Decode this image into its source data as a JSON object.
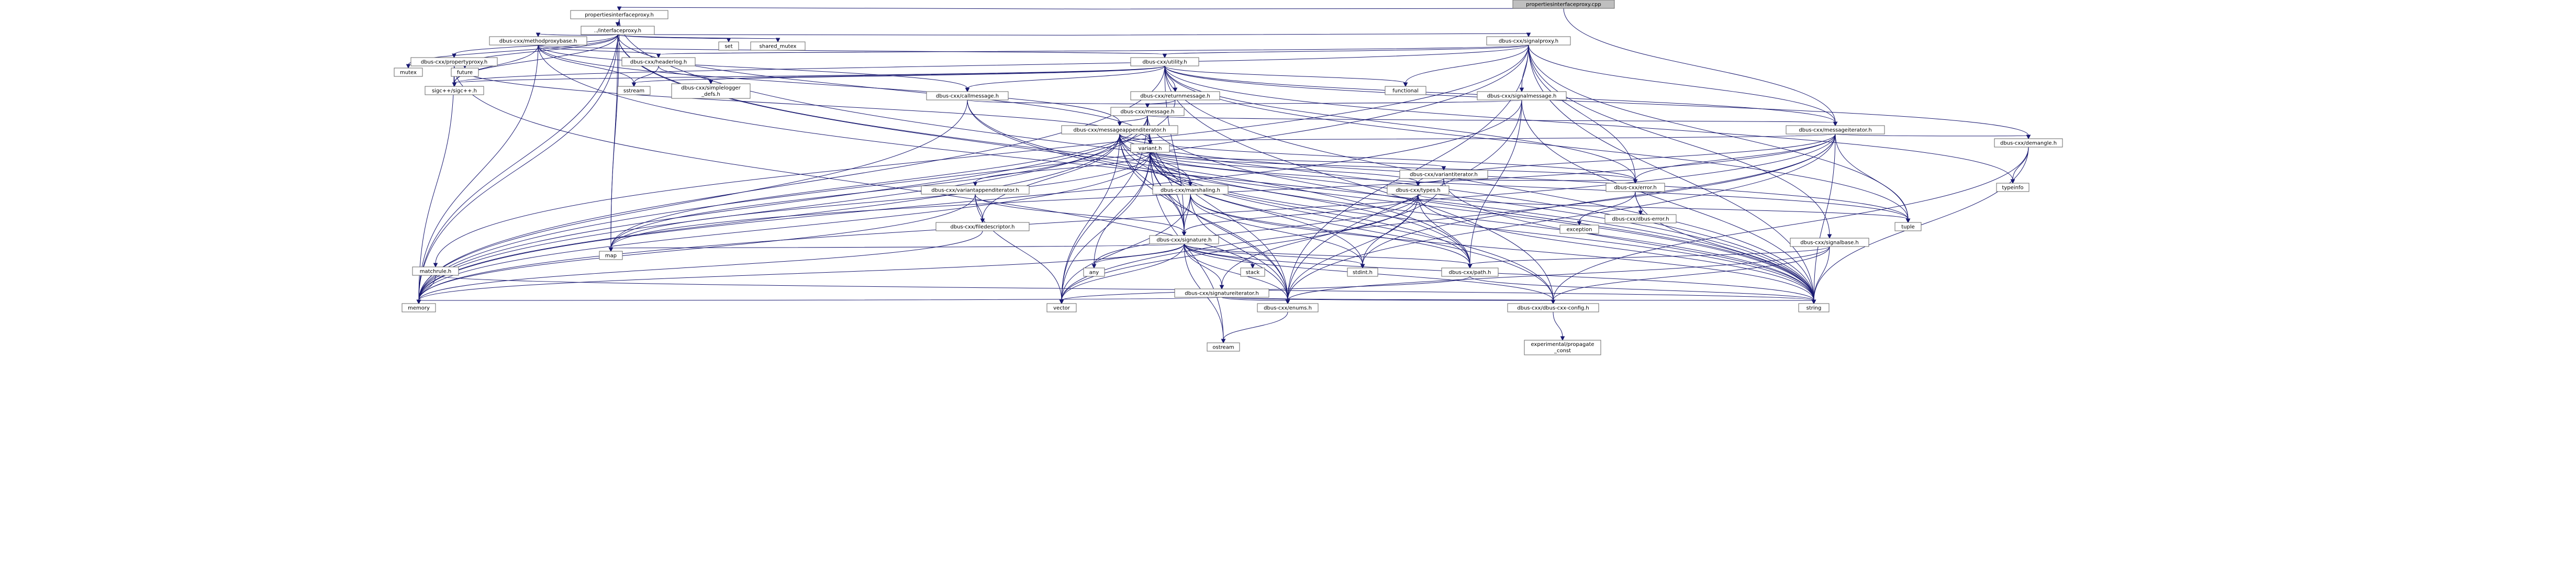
{
  "diagram": {
    "title": "propertiesinterfaceproxy.cpp",
    "colors": {
      "root_fill": "#bfbfbf",
      "node_fill": "#ffffff",
      "node_border": "#666666",
      "external_border": "#bfbfbf",
      "external_text": "#666666",
      "truncated_border": "#ff0000",
      "edge": "#191970"
    },
    "nodes": [
      {
        "id": "root",
        "label": "propertiesinterfaceproxy.cpp",
        "kind": "root"
      },
      {
        "id": "pip_h",
        "label": "propertiesinterfaceproxy.h",
        "kind": "file"
      },
      {
        "id": "interfaceproxy",
        "label": "../interfaceproxy.h",
        "kind": "file"
      },
      {
        "id": "methodproxybase",
        "label": "dbus-cxx/methodproxybase.h",
        "kind": "file"
      },
      {
        "id": "signalproxy",
        "label": "dbus-cxx/signalproxy.h",
        "kind": "file"
      },
      {
        "id": "set",
        "label": "set",
        "kind": "external"
      },
      {
        "id": "shared_mutex",
        "label": "shared_mutex",
        "kind": "external"
      },
      {
        "id": "propertyproxy",
        "label": "dbus-cxx/propertyproxy.h",
        "kind": "file"
      },
      {
        "id": "mutex",
        "label": "mutex",
        "kind": "external"
      },
      {
        "id": "future",
        "label": "future",
        "kind": "external"
      },
      {
        "id": "headerlog",
        "label": "dbus-cxx/headerlog.h",
        "kind": "file"
      },
      {
        "id": "utility",
        "label": "dbus-cxx/utility.h",
        "kind": "truncated"
      },
      {
        "id": "sigc",
        "label": "sigc++/sigc++.h",
        "kind": "external"
      },
      {
        "id": "sstream",
        "label": "sstream",
        "kind": "external"
      },
      {
        "id": "simplelogger",
        "label": "dbus-cxx/simplelogger\n_defs.h",
        "kind": "file"
      },
      {
        "id": "callmessage",
        "label": "dbus-cxx/callmessage.h",
        "kind": "file"
      },
      {
        "id": "returnmessage",
        "label": "dbus-cxx/returnmessage.h",
        "kind": "file"
      },
      {
        "id": "functional",
        "label": "functional",
        "kind": "external"
      },
      {
        "id": "signalmessage",
        "label": "dbus-cxx/signalmessage.h",
        "kind": "file"
      },
      {
        "id": "message",
        "label": "dbus-cxx/message.h",
        "kind": "file"
      },
      {
        "id": "msgappenditer",
        "label": "dbus-cxx/messageappenditerator.h",
        "kind": "truncated"
      },
      {
        "id": "msgiter",
        "label": "dbus-cxx/messageiterator.h",
        "kind": "truncated"
      },
      {
        "id": "variant",
        "label": "variant.h",
        "kind": "file"
      },
      {
        "id": "demangle",
        "label": "dbus-cxx/demangle.h",
        "kind": "file"
      },
      {
        "id": "typeinfo",
        "label": "typeinfo",
        "kind": "external"
      },
      {
        "id": "variantiter",
        "label": "dbus-cxx/variantiterator.h",
        "kind": "file"
      },
      {
        "id": "error",
        "label": "dbus-cxx/error.h",
        "kind": "file"
      },
      {
        "id": "types",
        "label": "dbus-cxx/types.h",
        "kind": "file"
      },
      {
        "id": "varappenditer",
        "label": "dbus-cxx/variantappenditerator.h",
        "kind": "file"
      },
      {
        "id": "marshaling",
        "label": "dbus-cxx/marshaling.h",
        "kind": "file"
      },
      {
        "id": "exception",
        "label": "exception",
        "kind": "external"
      },
      {
        "id": "tuple",
        "label": "tuple",
        "kind": "external"
      },
      {
        "id": "dbuserror",
        "label": "dbus-cxx/dbus-error.h",
        "kind": "file"
      },
      {
        "id": "filedescriptor",
        "label": "dbus-cxx/filedescriptor.h",
        "kind": "file"
      },
      {
        "id": "signature",
        "label": "dbus-cxx/signature.h",
        "kind": "file"
      },
      {
        "id": "signalbase",
        "label": "dbus-cxx/signalbase.h",
        "kind": "truncated"
      },
      {
        "id": "matchrule",
        "label": "matchrule.h",
        "kind": "file"
      },
      {
        "id": "map",
        "label": "map",
        "kind": "external"
      },
      {
        "id": "any",
        "label": "any",
        "kind": "external"
      },
      {
        "id": "stack",
        "label": "stack",
        "kind": "external"
      },
      {
        "id": "stdint",
        "label": "stdint.h",
        "kind": "external"
      },
      {
        "id": "path",
        "label": "dbus-cxx/path.h",
        "kind": "file"
      },
      {
        "id": "sigiter",
        "label": "dbus-cxx/signatureiterator.h",
        "kind": "file"
      },
      {
        "id": "memory",
        "label": "memory",
        "kind": "external"
      },
      {
        "id": "vector",
        "label": "vector",
        "kind": "external"
      },
      {
        "id": "enums",
        "label": "dbus-cxx/enums.h",
        "kind": "file"
      },
      {
        "id": "config",
        "label": "dbus-cxx/dbus-cxx-config.h",
        "kind": "file"
      },
      {
        "id": "string",
        "label": "string",
        "kind": "external"
      },
      {
        "id": "ostream",
        "label": "ostream",
        "kind": "external"
      },
      {
        "id": "expconst",
        "label": "experimental/propagate\n_const",
        "kind": "external"
      }
    ],
    "edges": [
      [
        "root",
        "pip_h"
      ],
      [
        "root",
        "msgiter"
      ],
      [
        "pip_h",
        "interfaceproxy"
      ],
      [
        "pip_h",
        "memory"
      ],
      [
        "pip_h",
        "map"
      ],
      [
        "pip_h",
        "string"
      ],
      [
        "interfaceproxy",
        "methodproxybase"
      ],
      [
        "interfaceproxy",
        "signalproxy"
      ],
      [
        "interfaceproxy",
        "set"
      ],
      [
        "interfaceproxy",
        "shared_mutex"
      ],
      [
        "interfaceproxy",
        "propertyproxy"
      ],
      [
        "interfaceproxy",
        "mutex"
      ],
      [
        "interfaceproxy",
        "sigc"
      ],
      [
        "interfaceproxy",
        "map"
      ],
      [
        "interfaceproxy",
        "memory"
      ],
      [
        "interfaceproxy",
        "string"
      ],
      [
        "interfaceproxy",
        "path"
      ],
      [
        "interfaceproxy",
        "future"
      ],
      [
        "interfaceproxy",
        "variant"
      ],
      [
        "methodproxybase",
        "headerlog"
      ],
      [
        "methodproxybase",
        "utility"
      ],
      [
        "methodproxybase",
        "callmessage"
      ],
      [
        "methodproxybase",
        "sigc"
      ],
      [
        "methodproxybase",
        "memory"
      ],
      [
        "methodproxybase",
        "string"
      ],
      [
        "methodproxybase",
        "msgappenditer"
      ],
      [
        "methodproxybase",
        "sstream"
      ],
      [
        "signalproxy",
        "headerlog"
      ],
      [
        "signalproxy",
        "utility"
      ],
      [
        "signalproxy",
        "signalmessage"
      ],
      [
        "signalproxy",
        "signalbase"
      ],
      [
        "signalproxy",
        "matchrule"
      ],
      [
        "signalproxy",
        "msgiter"
      ],
      [
        "signalproxy",
        "error"
      ],
      [
        "signalproxy",
        "sigc"
      ],
      [
        "signalproxy",
        "functional"
      ],
      [
        "signalproxy",
        "memory"
      ],
      [
        "signalproxy",
        "string"
      ],
      [
        "signalproxy",
        "enums"
      ],
      [
        "signalproxy",
        "tuple"
      ],
      [
        "propertyproxy",
        "sigc"
      ],
      [
        "propertyproxy",
        "memory"
      ],
      [
        "propertyproxy",
        "enums"
      ],
      [
        "propertyproxy",
        "variant"
      ],
      [
        "headerlog",
        "simplelogger"
      ],
      [
        "headerlog",
        "sstream"
      ],
      [
        "utility",
        "simplelogger"
      ],
      [
        "utility",
        "sigc"
      ],
      [
        "utility",
        "sstream"
      ],
      [
        "utility",
        "functional"
      ],
      [
        "utility",
        "callmessage"
      ],
      [
        "utility",
        "returnmessage"
      ],
      [
        "utility",
        "msgiter"
      ],
      [
        "utility",
        "demangle"
      ],
      [
        "utility",
        "typeinfo"
      ],
      [
        "utility",
        "signature"
      ],
      [
        "utility",
        "error"
      ],
      [
        "utility",
        "memory"
      ],
      [
        "utility",
        "string"
      ],
      [
        "utility",
        "config"
      ],
      [
        "utility",
        "tuple"
      ],
      [
        "callmessage",
        "message"
      ],
      [
        "callmessage",
        "memory"
      ],
      [
        "callmessage",
        "string"
      ],
      [
        "callmessage",
        "path"
      ],
      [
        "returnmessage",
        "message"
      ],
      [
        "returnmessage",
        "memory"
      ],
      [
        "signalmessage",
        "message"
      ],
      [
        "signalmessage",
        "memory"
      ],
      [
        "signalmessage",
        "string"
      ],
      [
        "signalmessage",
        "path"
      ],
      [
        "signalmessage",
        "enums"
      ],
      [
        "message",
        "msgappenditer"
      ],
      [
        "message",
        "msgiter"
      ],
      [
        "message",
        "variant"
      ],
      [
        "message",
        "enums"
      ],
      [
        "message",
        "memory"
      ],
      [
        "message",
        "map"
      ],
      [
        "message",
        "vector"
      ],
      [
        "message",
        "string"
      ],
      [
        "message",
        "signature"
      ],
      [
        "msgappenditer",
        "variant"
      ],
      [
        "msgappenditer",
        "signature"
      ],
      [
        "msgappenditer",
        "marshaling"
      ],
      [
        "msgappenditer",
        "filedescriptor"
      ],
      [
        "msgappenditer",
        "error"
      ],
      [
        "msgappenditer",
        "memory"
      ],
      [
        "msgappenditer",
        "map"
      ],
      [
        "msgappenditer",
        "string"
      ],
      [
        "msgappenditer",
        "vector"
      ],
      [
        "msgappenditer",
        "tuple"
      ],
      [
        "msgappenditer",
        "enums"
      ],
      [
        "msgappenditer",
        "config"
      ],
      [
        "msgiter",
        "variant"
      ],
      [
        "msgiter",
        "demangle"
      ],
      [
        "msgiter",
        "types"
      ],
      [
        "msgiter",
        "error"
      ],
      [
        "msgiter",
        "memory"
      ],
      [
        "msgiter",
        "map"
      ],
      [
        "msgiter",
        "string"
      ],
      [
        "msgiter",
        "vector"
      ],
      [
        "msgiter",
        "stdint"
      ],
      [
        "msgiter",
        "tuple"
      ],
      [
        "msgiter",
        "enums"
      ],
      [
        "demangle",
        "typeinfo"
      ],
      [
        "demangle",
        "string"
      ],
      [
        "demangle",
        "config"
      ],
      [
        "variant",
        "variantiter"
      ],
      [
        "variant",
        "varappenditer"
      ],
      [
        "variant",
        "marshaling"
      ],
      [
        "variant",
        "types"
      ],
      [
        "variant",
        "error"
      ],
      [
        "variant",
        "signature"
      ],
      [
        "variant",
        "path"
      ],
      [
        "variant",
        "enums"
      ],
      [
        "variant",
        "any"
      ],
      [
        "variant",
        "map"
      ],
      [
        "variant",
        "memory"
      ],
      [
        "variant",
        "vector"
      ],
      [
        "variant",
        "string"
      ],
      [
        "variant",
        "stdint"
      ],
      [
        "variant",
        "ostream"
      ],
      [
        "variant",
        "tuple"
      ],
      [
        "variant",
        "config"
      ],
      [
        "variantiter",
        "types"
      ],
      [
        "variantiter",
        "error"
      ],
      [
        "variantiter",
        "sigiter"
      ],
      [
        "variantiter",
        "string"
      ],
      [
        "varappenditer",
        "signature"
      ],
      [
        "varappenditer",
        "filedescriptor"
      ],
      [
        "varappenditer",
        "memory"
      ],
      [
        "varappenditer",
        "vector"
      ],
      [
        "marshaling",
        "signature"
      ],
      [
        "marshaling",
        "path"
      ],
      [
        "marshaling",
        "enums"
      ],
      [
        "marshaling",
        "vector"
      ],
      [
        "marshaling",
        "string"
      ],
      [
        "marshaling",
        "stdint"
      ],
      [
        "types",
        "signature"
      ],
      [
        "types",
        "path"
      ],
      [
        "types",
        "enums"
      ],
      [
        "types",
        "any"
      ],
      [
        "types",
        "vector"
      ],
      [
        "types",
        "string"
      ],
      [
        "types",
        "stdint"
      ],
      [
        "types",
        "tuple"
      ],
      [
        "error",
        "dbuserror"
      ],
      [
        "error",
        "exception"
      ],
      [
        "error",
        "string"
      ],
      [
        "filedescriptor",
        "memory"
      ],
      [
        "signature",
        "sigiter"
      ],
      [
        "signature",
        "enums"
      ],
      [
        "signature",
        "stack"
      ],
      [
        "signature",
        "any"
      ],
      [
        "signature",
        "map"
      ],
      [
        "signature",
        "memory"
      ],
      [
        "signature",
        "vector"
      ],
      [
        "signature",
        "string"
      ],
      [
        "signature",
        "stdint"
      ],
      [
        "signature",
        "ostream"
      ],
      [
        "signature",
        "path"
      ],
      [
        "signature",
        "config"
      ],
      [
        "signalbase",
        "path"
      ],
      [
        "signalbase",
        "enums"
      ],
      [
        "signalbase",
        "string"
      ],
      [
        "signalbase",
        "config"
      ],
      [
        "matchrule",
        "memory"
      ],
      [
        "matchrule",
        "string"
      ],
      [
        "path",
        "string"
      ],
      [
        "path",
        "vector"
      ],
      [
        "sigiter",
        "memory"
      ],
      [
        "sigiter",
        "string"
      ],
      [
        "sigiter",
        "enums"
      ],
      [
        "sigiter",
        "config"
      ],
      [
        "enums",
        "ostream"
      ],
      [
        "config",
        "expconst"
      ]
    ]
  }
}
